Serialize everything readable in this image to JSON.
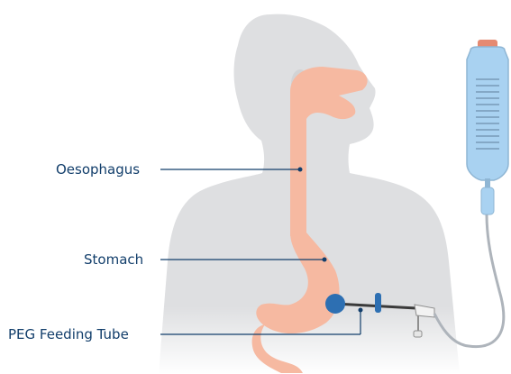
{
  "labels": {
    "oesophagus": "Oesophagus",
    "stomach": "Stomach",
    "peg_tube": "PEG Feeding Tube"
  },
  "colors": {
    "label_text": "#123e6b",
    "leader_line": "#123e6b",
    "body_silhouette": "#dedfe1",
    "digestive_tract": "#f6b9a1",
    "tube_port": "#2d6fb2",
    "feeding_bag": "#a9d2f1",
    "bag_cap": "#e58a72"
  }
}
